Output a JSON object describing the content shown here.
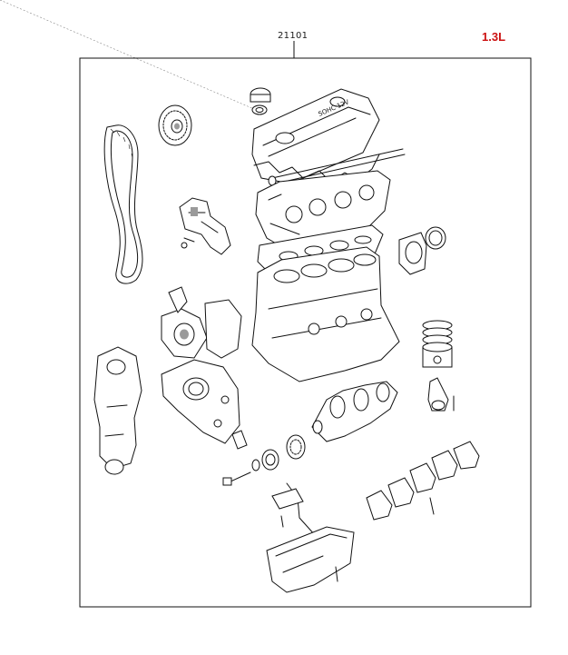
{
  "assembly": {
    "part_number": "21101",
    "engine_variant": "1.3L",
    "variant_color": "#cc1111",
    "valve_cover_lettering": "SOHC 12V"
  }
}
